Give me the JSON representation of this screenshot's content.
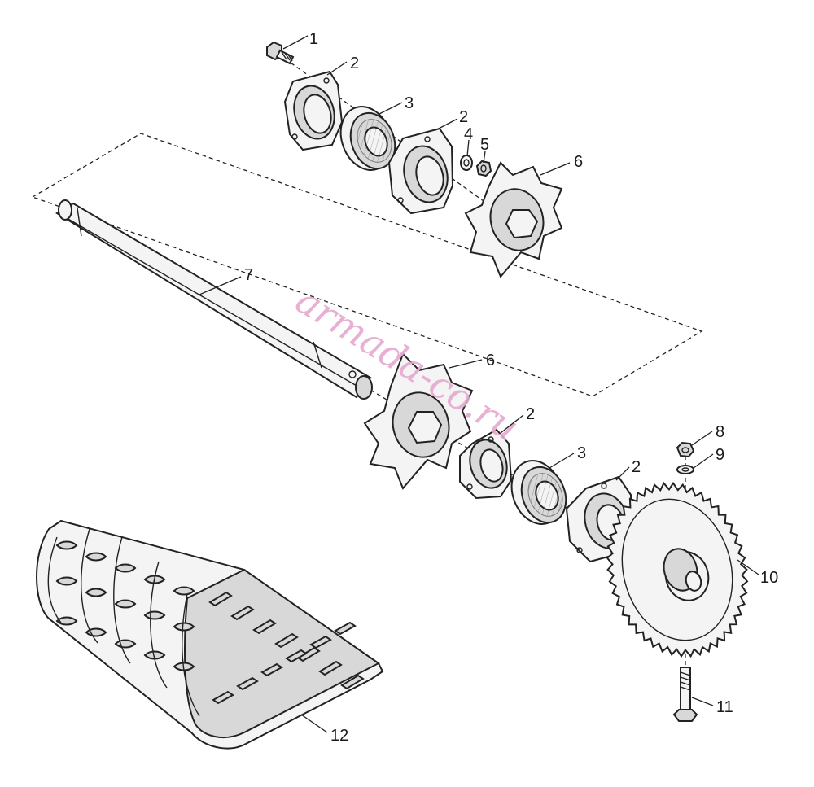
{
  "watermark": "armada-co.ru",
  "callouts": {
    "c1": "1",
    "c2a": "2",
    "c3a": "3",
    "c2b": "2",
    "c4": "4",
    "c5": "5",
    "c6a": "6",
    "c7": "7",
    "c6b": "6",
    "c2c": "2",
    "c3b": "3",
    "c2d": "2",
    "c8": "8",
    "c9": "9",
    "c10": "10",
    "c11": "11",
    "c12": "12"
  }
}
